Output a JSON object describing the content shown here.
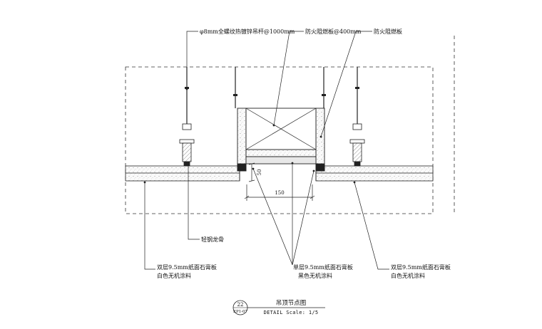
{
  "annotations": {
    "hanger_rod": "φ8mm全螺纹热镀锌吊杆@1000mm",
    "fire_board_spacing": "防火阻燃板@400mm",
    "fire_board": "防火阻燃板",
    "light_steel_keel": "轻钢龙骨",
    "left_board_line1": "双层9.5mm纸面石膏板",
    "left_board_line2": "白色无机涂料",
    "center_board_line1": "单层9.5mm纸面石膏板",
    "center_board_line2": "黑色无机涂料",
    "right_board_line1": "双层9.5mm纸面石膏板",
    "right_board_line2": "白色无机涂料"
  },
  "dimensions": {
    "depth": "50",
    "width": "150"
  },
  "title_block": {
    "number": "22",
    "sheet": "EP1-07",
    "title": "吊顶节点图",
    "scale": "DETAIL Scale: 1/5"
  }
}
